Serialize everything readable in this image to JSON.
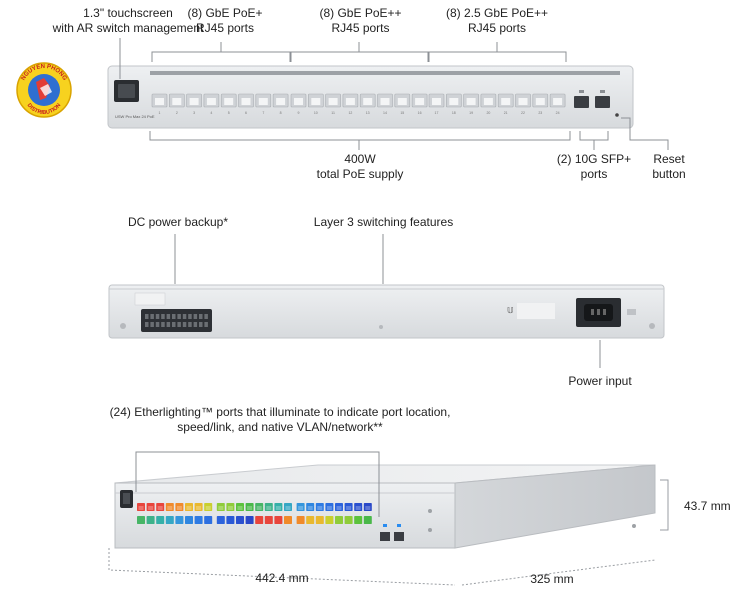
{
  "callouts": {
    "touchscreen": [
      "1.3\" touchscreen",
      "with AR switch management"
    ],
    "gbe_poe_plus": [
      "(8) GbE PoE+",
      "RJ45 ports"
    ],
    "gbe_poe_plusplus": [
      "(8) GbE PoE++",
      "RJ45 ports"
    ],
    "gbe25_poe_plusplus": [
      "(8) 2.5 GbE PoE++",
      "RJ45 ports"
    ],
    "poe_budget": [
      "400W",
      "total PoE supply"
    ],
    "sfp": [
      "(2) 10G SFP+",
      "ports"
    ],
    "reset": [
      "Reset",
      "button"
    ],
    "dc_backup": "DC power backup*",
    "layer3": "Layer 3 switching features",
    "power_input": "Power input",
    "etherlighting": [
      "(24) Etherlighting™ ports that illuminate to indicate port location,",
      "speed/link, and native VLAN/network**"
    ]
  },
  "dimensions": {
    "width": "442.4 mm",
    "depth": "325 mm",
    "height": "43.7 mm"
  },
  "logo": {
    "top_text": "NGUYEN PHONG",
    "bottom_text": "DISTRIBUTION"
  },
  "device_text": {
    "front_brand": "USW Pro Max 24 PoE",
    "port_numbers": [
      "1",
      "2",
      "3",
      "4",
      "5",
      "6",
      "7",
      "8",
      "9",
      "10",
      "11",
      "12",
      "13",
      "14",
      "15",
      "16",
      "17",
      "18",
      "19",
      "20",
      "21",
      "22",
      "23",
      "24"
    ]
  },
  "led_colors": [
    "#e8453c",
    "#e8453c",
    "#e8453c",
    "#f08a2b",
    "#f08a2b",
    "#e9b82f",
    "#e9b82f",
    "#c9cf2e",
    "#8fcc3a",
    "#8fcc3a",
    "#5cc23d",
    "#4ab84a",
    "#47b566",
    "#3db28a",
    "#35b0a8",
    "#35a7c4",
    "#3596dc",
    "#2f86e0",
    "#2f7be3",
    "#2d6fe0",
    "#2c63dc",
    "#2a59d6",
    "#2a50cf",
    "#2a48c8"
  ],
  "colors": {
    "chassis": "#e4e5e7",
    "chassis_dark": "#b9bcc0",
    "port": "#cfd2d6",
    "callout_line": "#8c9096"
  }
}
